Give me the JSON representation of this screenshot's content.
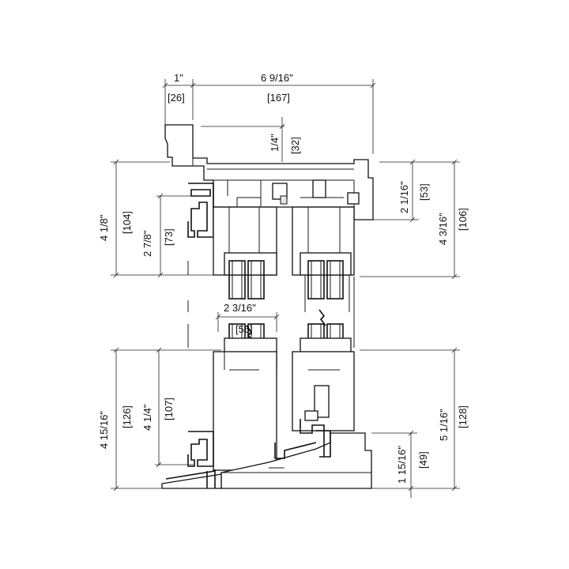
{
  "dimensions": {
    "top_left_in": "1\"",
    "top_left_mm": "[26]",
    "top_width_in": "6 9/16\"",
    "top_width_mm": "[167]",
    "head_in": "1/4\"",
    "head_mm": "[32]",
    "left_upper_in": "4 1/8\"",
    "left_upper_mm": "[104]",
    "left_upper_inner_in": "2 7/8\"",
    "left_upper_inner_mm": "[73]",
    "right_upper_in": "2 1/16\"",
    "right_upper_mm": "[53]",
    "right_upper_outer_in": "4 3/16\"",
    "right_upper_outer_mm": "[106]",
    "center_in": "2 3/16\"",
    "center_mm": "[56]",
    "left_lower_in": "4 15/16\"",
    "left_lower_mm": "[126]",
    "left_lower_inner_in": "4 1/4\"",
    "left_lower_inner_mm": "[107]",
    "right_lower_in": "5 1/16\"",
    "right_lower_mm": "[128]",
    "sill_in": "1 15/16\"",
    "sill_mm": "[49]"
  }
}
